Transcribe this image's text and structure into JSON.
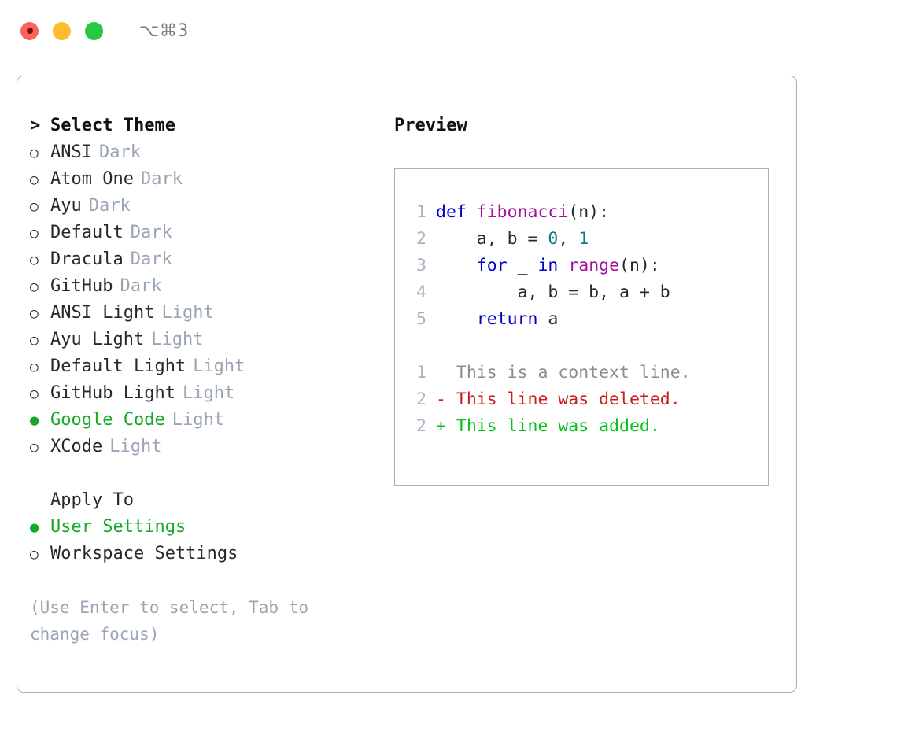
{
  "titlebar": {
    "shortcut": "⌥⌘3",
    "close_icon": "close-dot",
    "minimize_icon": "minimize-dot",
    "maximize_icon": "maximize-dot"
  },
  "theme_picker": {
    "caret": ">",
    "heading": "Select Theme",
    "bullet_unselected": "○",
    "bullet_selected": "●",
    "items": [
      {
        "label": "ANSI",
        "tag": "Dark",
        "selected": false
      },
      {
        "label": "Atom One",
        "tag": "Dark",
        "selected": false
      },
      {
        "label": "Ayu",
        "tag": "Dark",
        "selected": false
      },
      {
        "label": "Default",
        "tag": "Dark",
        "selected": false
      },
      {
        "label": "Dracula",
        "tag": "Dark",
        "selected": false
      },
      {
        "label": "GitHub",
        "tag": "Dark",
        "selected": false
      },
      {
        "label": "ANSI Light",
        "tag": "Light",
        "selected": false
      },
      {
        "label": "Ayu Light",
        "tag": "Light",
        "selected": false
      },
      {
        "label": "Default Light",
        "tag": "Light",
        "selected": false
      },
      {
        "label": "GitHub Light",
        "tag": "Light",
        "selected": false
      },
      {
        "label": "Google Code",
        "tag": "Light",
        "selected": true
      },
      {
        "label": "XCode",
        "tag": "Light",
        "selected": false
      }
    ]
  },
  "apply_to": {
    "heading": "Apply To",
    "items": [
      {
        "label": "User Settings",
        "selected": true
      },
      {
        "label": "Workspace Settings",
        "selected": false
      }
    ]
  },
  "hint": "(Use Enter to select, Tab to change focus)",
  "preview": {
    "title": "Preview",
    "code_lines": [
      {
        "no": "1",
        "tokens": [
          {
            "t": "def",
            "c": "kw"
          },
          {
            "t": " ",
            "c": "plain"
          },
          {
            "t": "fibonacci",
            "c": "fn"
          },
          {
            "t": "(n):",
            "c": "plain"
          }
        ]
      },
      {
        "no": "2",
        "tokens": [
          {
            "t": "    a, b = ",
            "c": "plain"
          },
          {
            "t": "0",
            "c": "num"
          },
          {
            "t": ", ",
            "c": "plain"
          },
          {
            "t": "1",
            "c": "num"
          }
        ]
      },
      {
        "no": "3",
        "tokens": [
          {
            "t": "    ",
            "c": "plain"
          },
          {
            "t": "for",
            "c": "kw"
          },
          {
            "t": " _ ",
            "c": "plain"
          },
          {
            "t": "in",
            "c": "kw"
          },
          {
            "t": " ",
            "c": "plain"
          },
          {
            "t": "range",
            "c": "fn"
          },
          {
            "t": "(n):",
            "c": "plain"
          }
        ]
      },
      {
        "no": "4",
        "tokens": [
          {
            "t": "        a, b = b, a + b",
            "c": "plain"
          }
        ]
      },
      {
        "no": "5",
        "tokens": [
          {
            "t": "    ",
            "c": "plain"
          },
          {
            "t": "return",
            "c": "kw"
          },
          {
            "t": " a",
            "c": "plain"
          }
        ]
      }
    ],
    "diff_lines": [
      {
        "no": "1",
        "text": "  This is a context line.",
        "kind": "ctx"
      },
      {
        "no": "2",
        "text": "- This line was deleted.",
        "kind": "del"
      },
      {
        "no": "2",
        "text": "+ This line was added.",
        "kind": "add"
      }
    ]
  },
  "colors": {
    "accent_green": "#17a828",
    "muted": "#9aa5b4",
    "border": "#a7b1c2",
    "keyword": "#0000cd",
    "function": "#a0119b",
    "number": "#0b7a84",
    "diff_delete": "#c81e1e",
    "diff_add": "#00c317",
    "close_dot": "#fb625a",
    "minimize_dot": "#fdbc2f",
    "maximize_dot": "#28c840"
  }
}
